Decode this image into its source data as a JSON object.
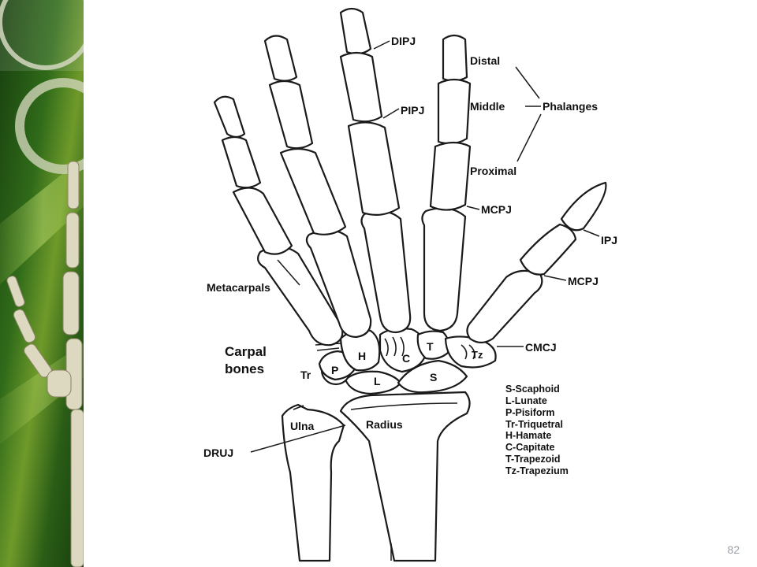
{
  "slide": {
    "page_number": "82",
    "accent_colors": {
      "sidebar_dark": "#1e4a12",
      "sidebar_light": "#6f9a2a",
      "ring": "#cfd4b8"
    }
  },
  "diagram": {
    "labels": {
      "dipj": "DIPJ",
      "pipj": "PIPJ",
      "mcpj_finger": "MCPJ",
      "distal": "Distal",
      "middle": "Middle",
      "phalanges": "Phalanges",
      "proximal": "Proximal",
      "ipj": "IPJ",
      "mcpj_thumb": "MCPJ",
      "cmcj": "CMCJ",
      "metacarpals": "Metacarpals",
      "carpal_line1": "Carpal",
      "carpal_line2": "bones",
      "ulna": "Ulna",
      "radius": "Radius",
      "druj": "DRUJ"
    },
    "carpal_letters": {
      "h": "H",
      "c": "C",
      "t": "T",
      "tz": "Tz",
      "p": "P",
      "tr": "Tr",
      "l": "L",
      "s": "S"
    },
    "legend": [
      "S-Scaphoid",
      "L-Lunate",
      "P-Pisiform",
      "Tr-Triquetral",
      "H-Hamate",
      "C-Capitate",
      "T-Trapezoid",
      "Tz-Trapezium"
    ]
  }
}
